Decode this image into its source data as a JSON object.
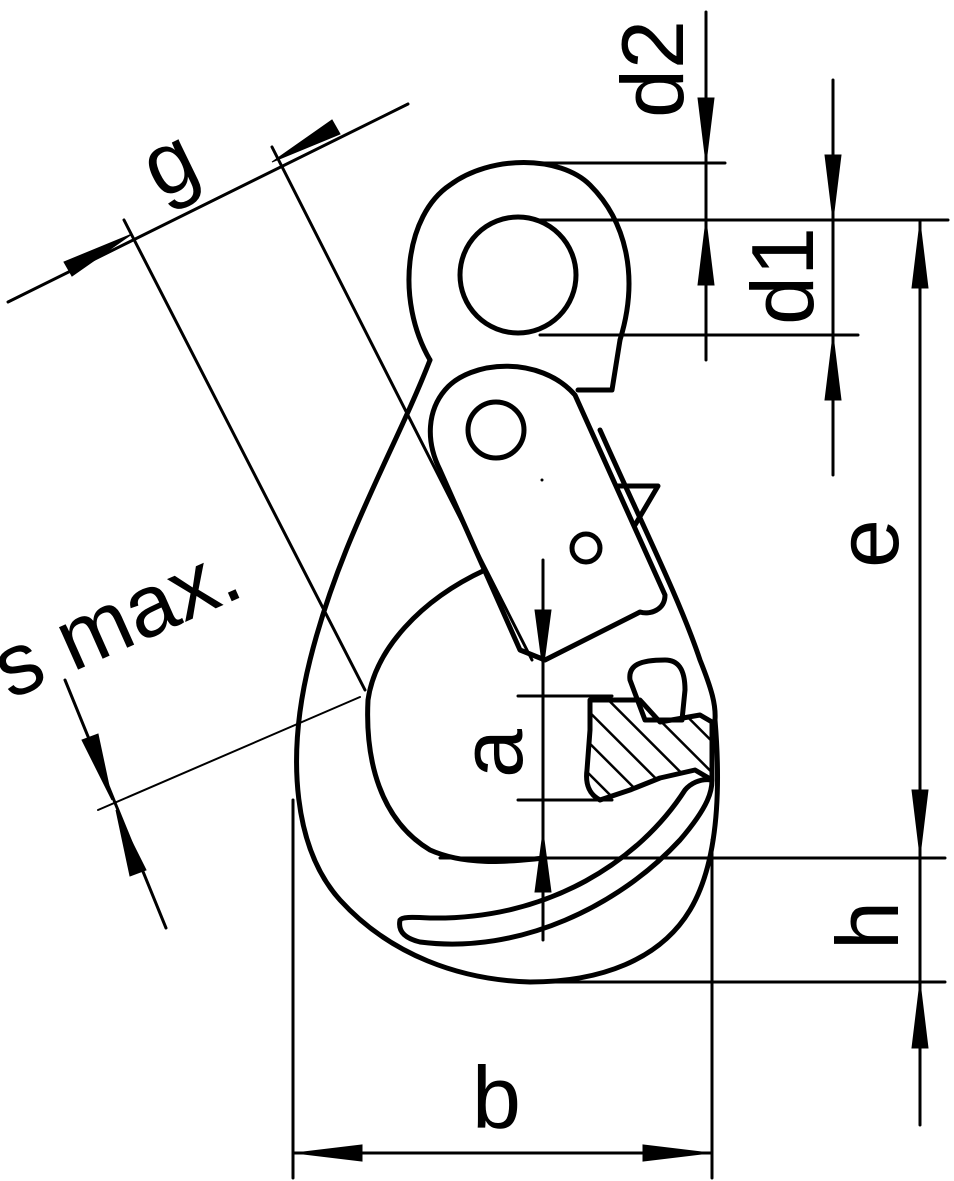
{
  "labels": {
    "b": "b",
    "e": "e",
    "h": "h",
    "a": "a",
    "d1": "d1",
    "d2": "d2",
    "g": "g",
    "s_max": "s max."
  }
}
